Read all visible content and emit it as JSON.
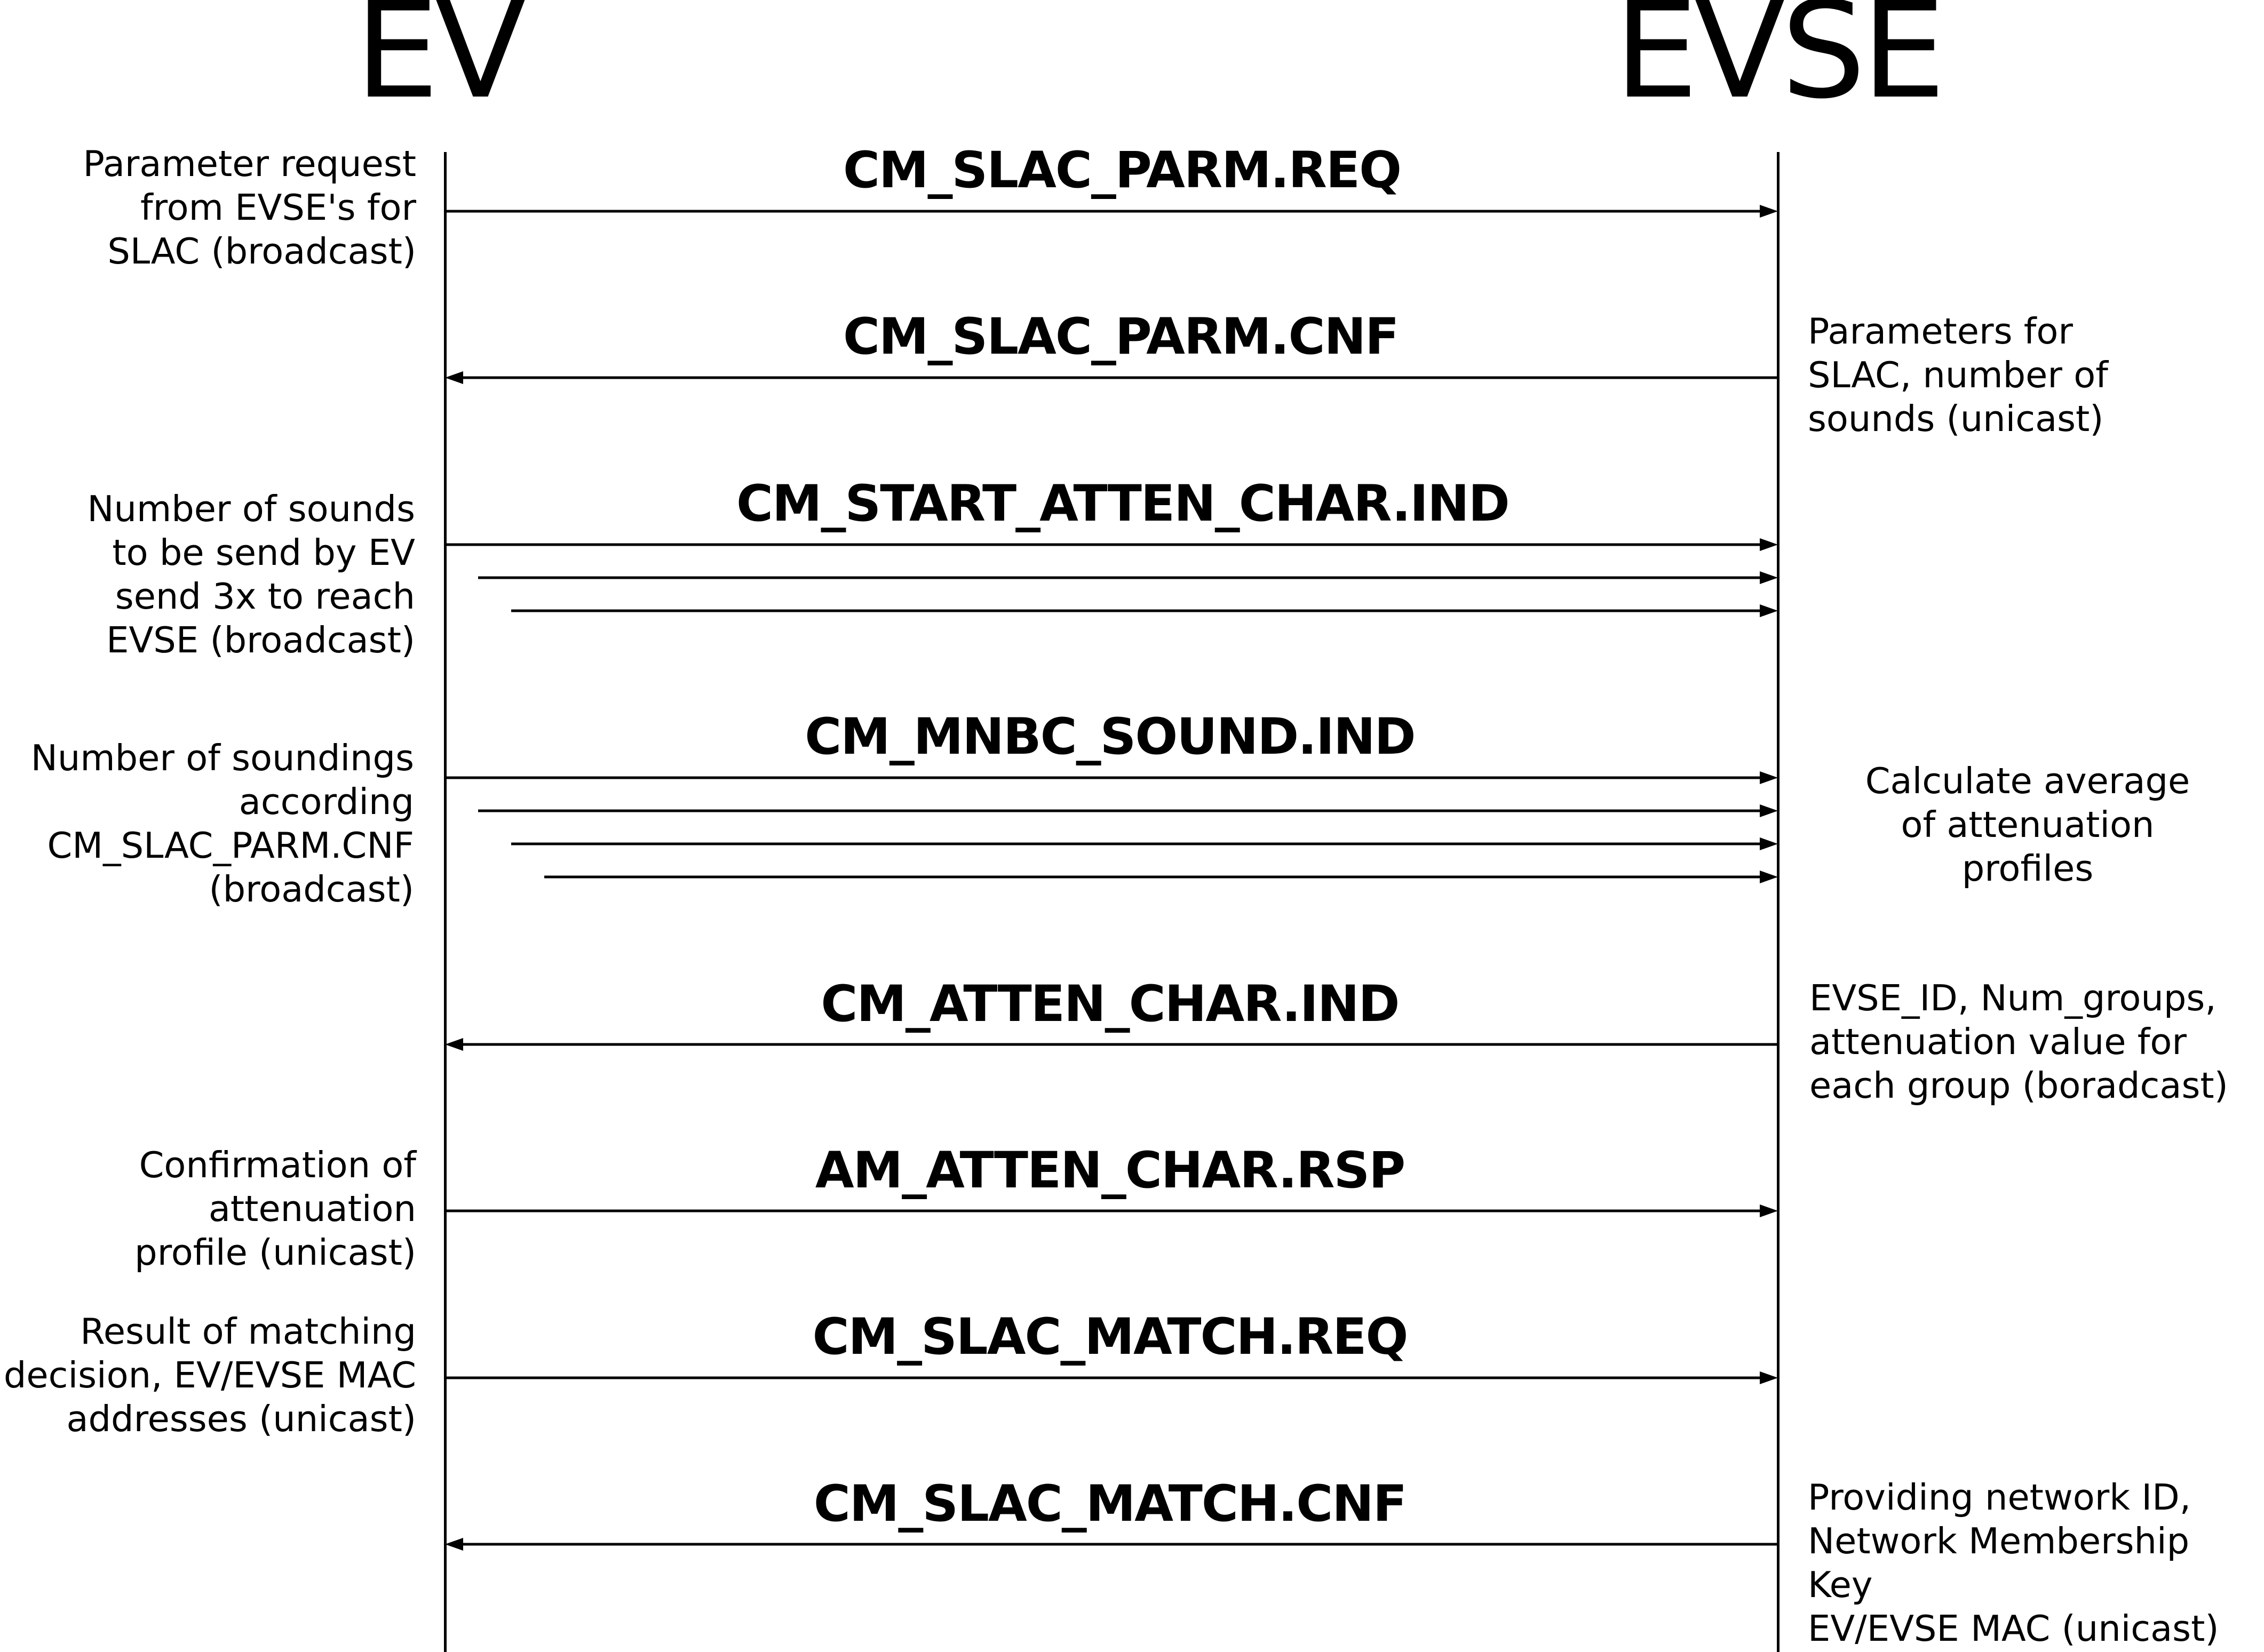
{
  "actors": {
    "left": "EV",
    "right": "EVSE"
  },
  "messages": [
    {
      "label": "CM_SLAC_PARM.REQ",
      "direction": "right",
      "repeat": 1
    },
    {
      "label": "CM_SLAC_PARM.CNF",
      "direction": "left",
      "repeat": 1
    },
    {
      "label": "CM_START_ATTEN_CHAR.IND",
      "direction": "right",
      "repeat": 3
    },
    {
      "label": "CM_MNBC_SOUND.IND",
      "direction": "right",
      "repeat": 4
    },
    {
      "label": "CM_ATTEN_CHAR.IND",
      "direction": "left",
      "repeat": 1
    },
    {
      "label": "AM_ATTEN_CHAR.RSP",
      "direction": "right",
      "repeat": 1
    },
    {
      "label": "CM_SLAC_MATCH.REQ",
      "direction": "right",
      "repeat": 1
    },
    {
      "label": "CM_SLAC_MATCH.CNF",
      "direction": "left",
      "repeat": 1
    }
  ],
  "notes": {
    "slac_parm_req": "Parameter request\nfrom EVSE's for\nSLAC (broadcast)",
    "slac_parm_cnf": "Parameters for\nSLAC,  number of\nsounds (unicast)",
    "start_atten": "Number of sounds\nto be send by EV\nsend 3x to reach\nEVSE (broadcast)",
    "mnbc_sound": "Number of soundings\naccording\nCM_SLAC_PARM.CNF\n(broadcast)",
    "calc_average": "Calculate average\nof attenuation\nprofiles",
    "atten_char_ind": "EVSE_ID, Num_groups,\nattenuation value for\neach group (boradcast)",
    "atten_char_rsp": "Confirmation of\nattenuation\nprofile (unicast)",
    "match_req": "Result of matching\ndecision, EV/EVSE MAC\naddresses (unicast)",
    "match_cnf": "Providing network ID,\nNetwork Membership Key\nEV/EVSE MAC (unicast)"
  }
}
